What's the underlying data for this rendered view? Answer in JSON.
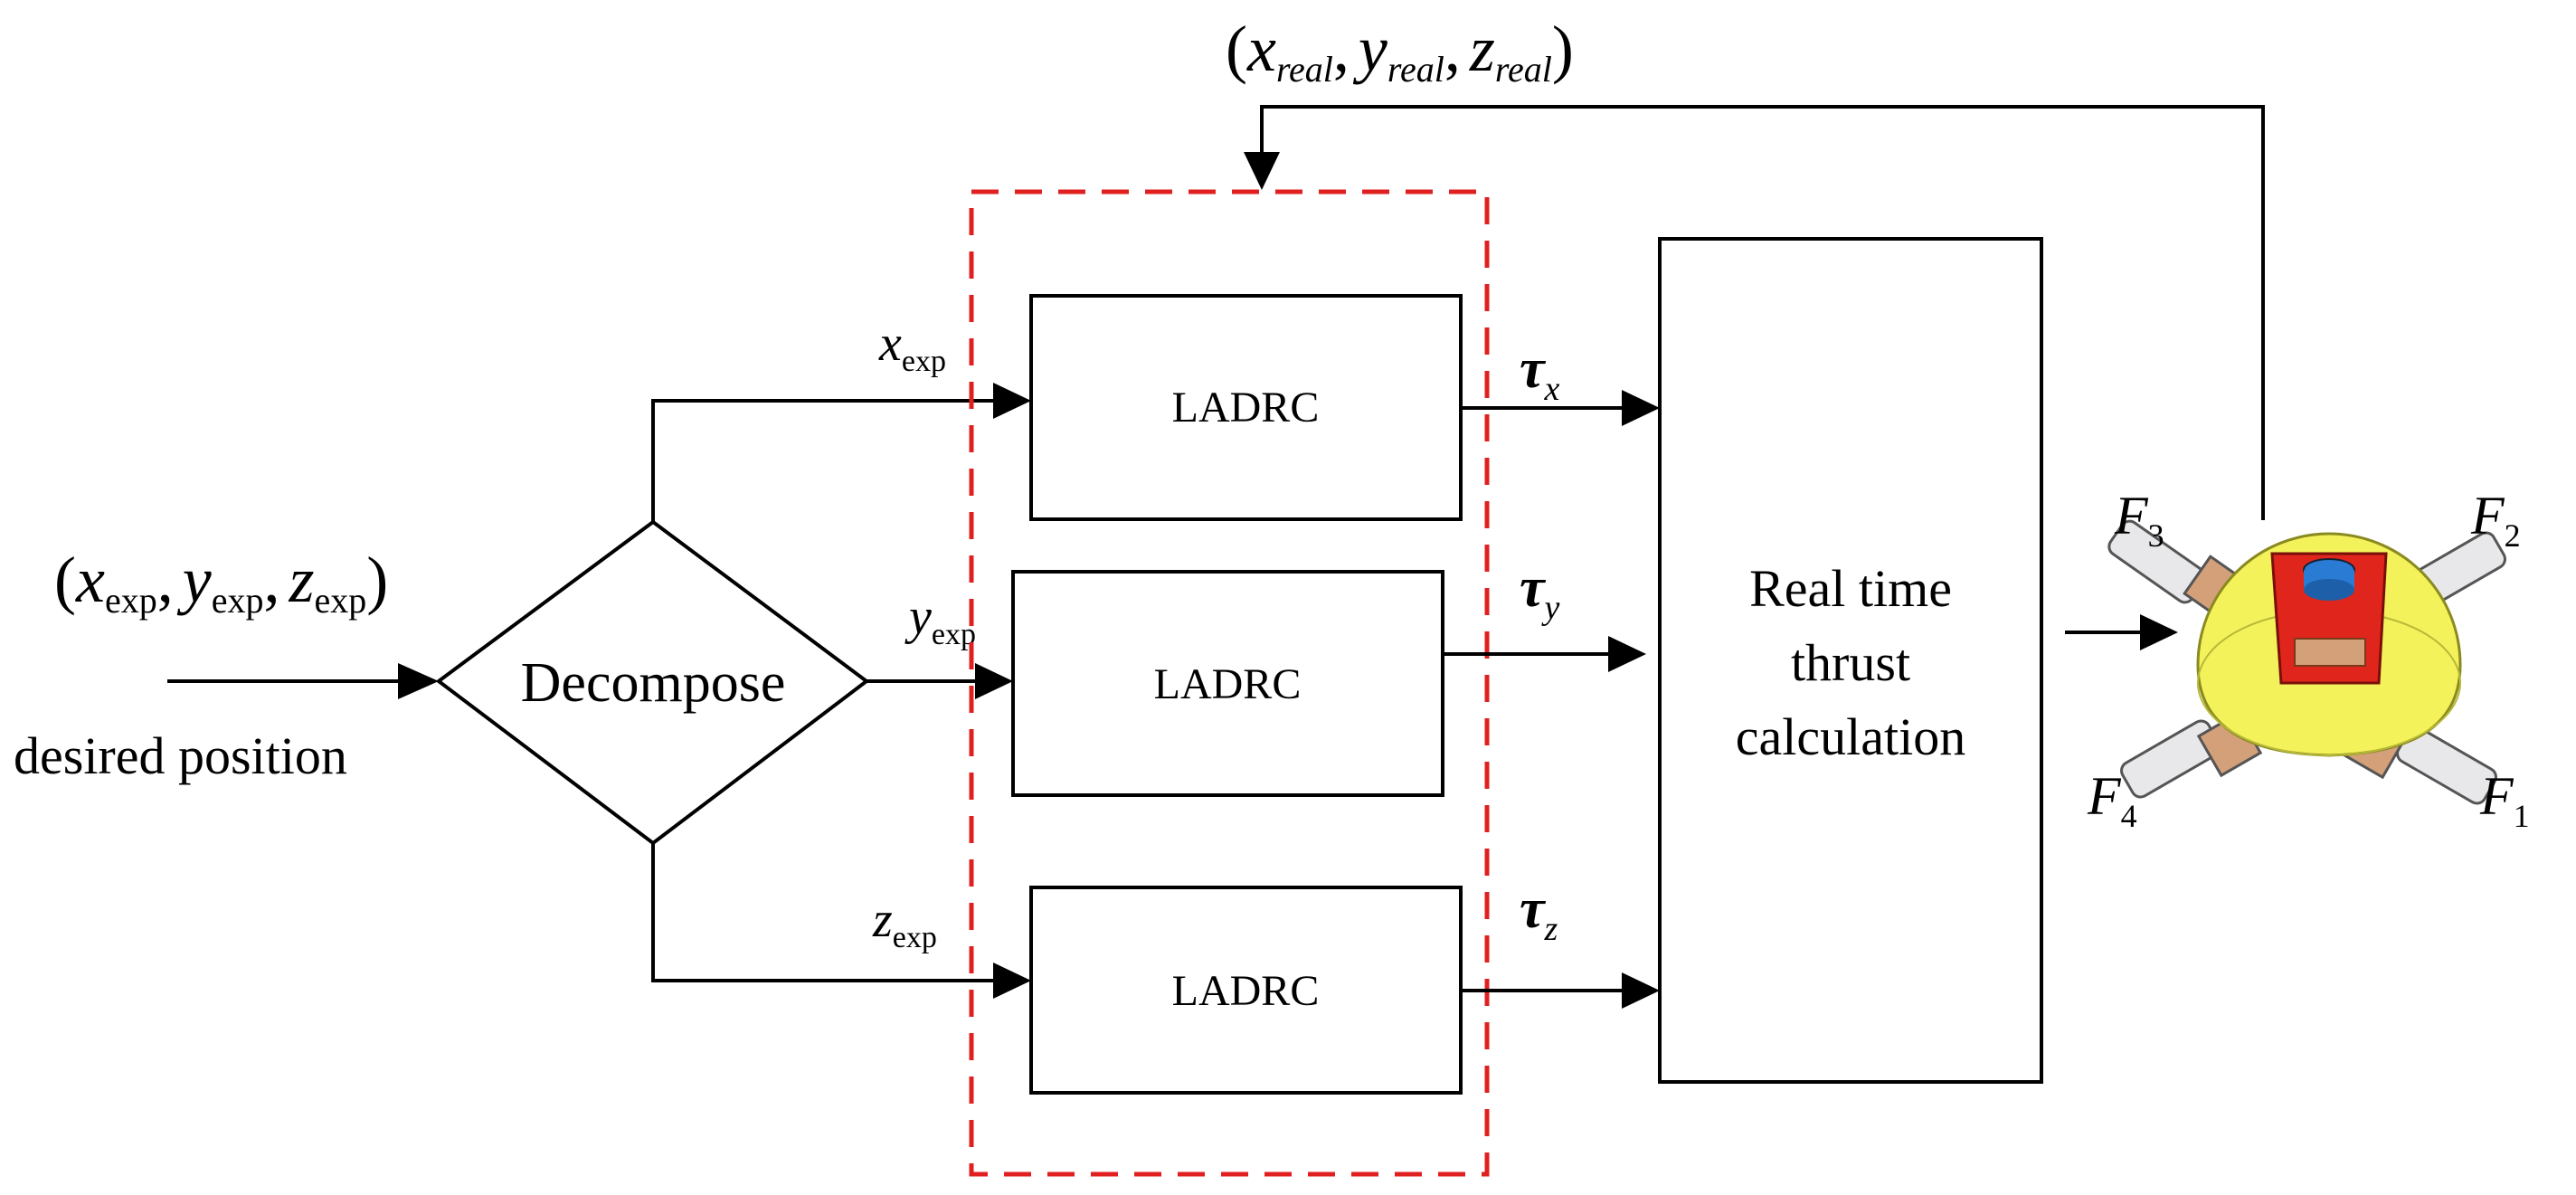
{
  "input": {
    "open_paren": "(",
    "x": "x",
    "x_sub": "exp",
    "sep1": ",",
    "y": "y",
    "y_sub": "exp",
    "sep2": ",",
    "z": "z",
    "z_sub": "exp",
    "close_paren": ")",
    "caption": "desired position"
  },
  "feedback": {
    "open_paren": "(",
    "x": "x",
    "x_sub": "real",
    "sep1": ",",
    "y": "y",
    "y_sub": "real",
    "sep2": ",",
    "z": "z",
    "z_sub": "real",
    "close_paren": ")"
  },
  "decompose": {
    "label": "Decompose"
  },
  "branches": [
    {
      "var": "x",
      "sub": "exp",
      "controller": "LADRC",
      "torque": "τ",
      "torque_sub": "x"
    },
    {
      "var": "y",
      "sub": "exp",
      "controller": "LADRC",
      "torque": "τ",
      "torque_sub": "y"
    },
    {
      "var": "z",
      "sub": "exp",
      "controller": "LADRC",
      "torque": "τ",
      "torque_sub": "z"
    }
  ],
  "thrust": {
    "line1": "Real time",
    "line2": "thrust",
    "line3": "calculation"
  },
  "robot": {
    "f3": "F",
    "f3_sub": "3",
    "f2": "F",
    "f2_sub": "2",
    "f4": "F",
    "f4_sub": "4",
    "f1": "F",
    "f1_sub": "1",
    "colors": {
      "hull": "#f3f25a",
      "top": "#e0261c",
      "sensor": "#2a7bd4",
      "thruster": "#e8e8ea",
      "mount": "#d4a07a"
    }
  },
  "colors": {
    "dashed_group": "#e02020",
    "ink": "#000000"
  }
}
